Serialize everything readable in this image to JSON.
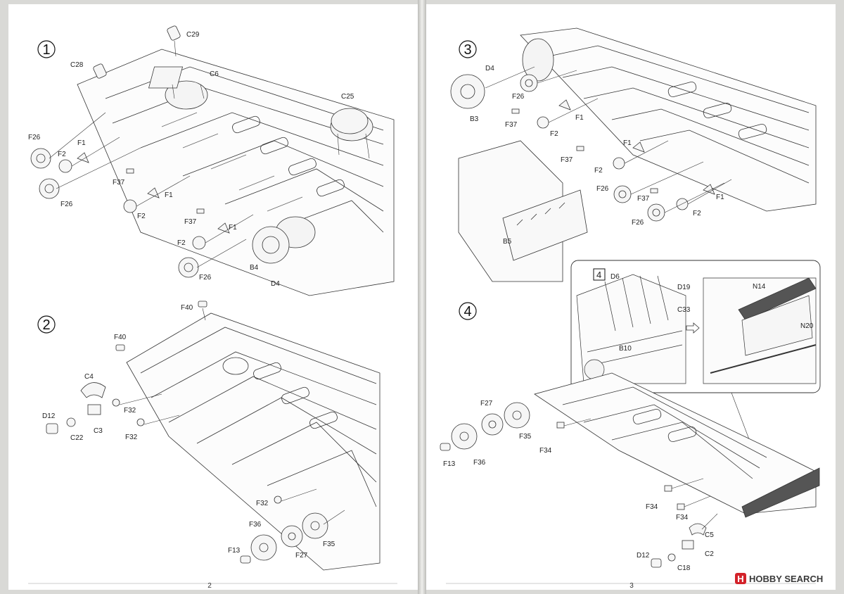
{
  "pages": {
    "left_number": "2",
    "right_number": "3"
  },
  "steps": {
    "s1": "1",
    "s2": "2",
    "s3": "3",
    "s4": "4",
    "s4_inset": "4"
  },
  "labels": {
    "s1": [
      "C29",
      "C28",
      "C6",
      "C25",
      "F26",
      "F1",
      "F2",
      "F26",
      "F37",
      "F1",
      "F2",
      "F37",
      "F1",
      "F2",
      "B4",
      "F26",
      "D4"
    ],
    "s2": [
      "F40",
      "F40",
      "C4",
      "D12",
      "F32",
      "C22",
      "C3",
      "F32",
      "F32",
      "F36",
      "F13",
      "F27",
      "F35"
    ],
    "s3": [
      "D4",
      "F26",
      "B3",
      "F1",
      "F37",
      "F2",
      "F1",
      "F37",
      "F2",
      "F26",
      "F37",
      "F1",
      "F2",
      "F26",
      "B5"
    ],
    "s4": [
      "D6",
      "D19",
      "C33",
      "B10",
      "N14",
      "N20",
      "F27",
      "F35",
      "F34",
      "F13",
      "F36",
      "F34",
      "F34",
      "C5",
      "C2",
      "D12",
      "C18"
    ]
  },
  "watermark": {
    "brand": "HOBBY SEARCH",
    "logo_letter": "H",
    "brand_color": "#d3222a",
    "text_color": "#3a3a3a"
  }
}
